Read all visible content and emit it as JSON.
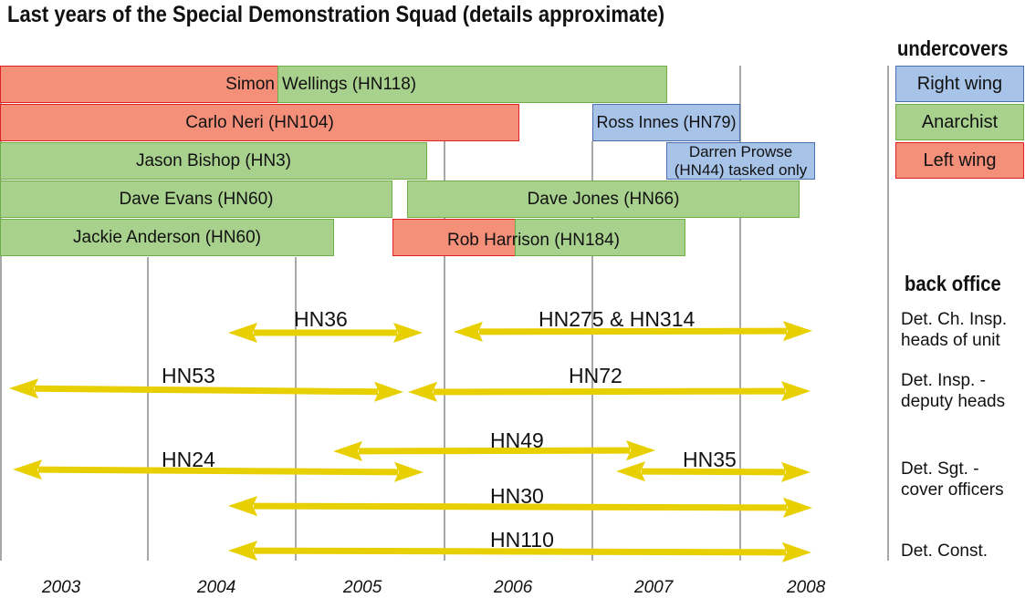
{
  "title": "Last years of the Special Demonstration Squad (details approximate)",
  "sections": {
    "undercovers": "undercovers",
    "back_office": "back office"
  },
  "legend": [
    {
      "label": "Right wing",
      "color": "#a7c3e8"
    },
    {
      "label": "Anarchist",
      "color": "#a9d18e"
    },
    {
      "label": "Left wing",
      "color": "#f4907a"
    }
  ],
  "undercovers": {
    "simon_wellings": {
      "part1": "Simon",
      "part2": "Wellings (HN118)"
    },
    "carlo_neri": "Carlo Neri (HN104)",
    "ross_innes": "Ross Innes (HN79)",
    "jason_bishop": "Jason Bishop (HN3)",
    "darren_prowse": {
      "line1": "Darren Prowse",
      "line2": "(HN44) tasked only"
    },
    "dave_evans": "Dave Evans (HN60)",
    "dave_jones": "Dave Jones (HN66)",
    "jackie_anderson": "Jackie Anderson (HN60)",
    "rob_harrison": "Rob Harrison (HN184)"
  },
  "back_office": {
    "hn36": "HN36",
    "hn275_314": "HN275 & HN314",
    "hn53": "HN53",
    "hn72": "HN72",
    "hn49": "HN49",
    "hn24": "HN24",
    "hn35": "HN35",
    "hn30": "HN30",
    "hn110": "HN110"
  },
  "ranks": {
    "dci": {
      "line1": "Det. Ch. Insp.",
      "line2": "heads of unit"
    },
    "di": {
      "line1": "Det. Insp. -",
      "line2": "deputy heads"
    },
    "ds": {
      "line1": "Det. Sgt. -",
      "line2": "cover officers"
    },
    "dc": "Det. Const."
  },
  "years": [
    "2003",
    "2004",
    "2005",
    "2006",
    "2007",
    "2008"
  ],
  "colors": {
    "arrow": "#e8d000",
    "gridline": "#8c8c8c"
  }
}
